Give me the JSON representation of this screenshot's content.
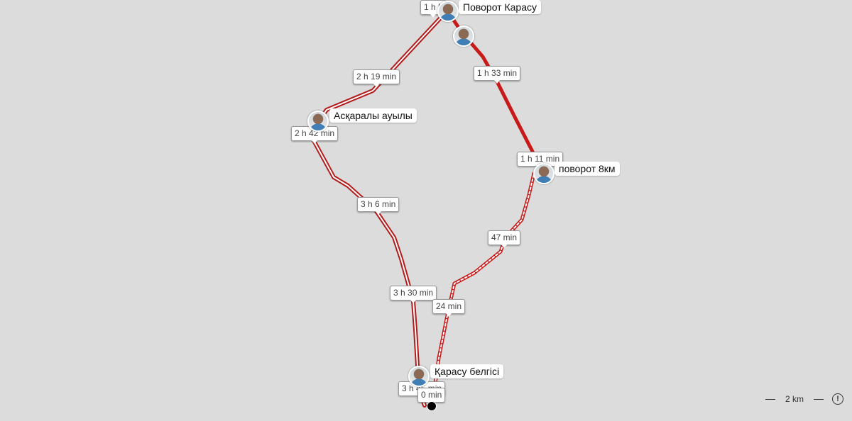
{
  "map": {
    "route_color": "#c91a1a",
    "time_labels": [
      "1 h 5",
      "2 h 19 min",
      "1 h 33 min",
      "2 h 42 min",
      "1 h 11 min",
      "3 h 6 min",
      "47 min",
      "3 h 30 min",
      "24 min",
      "3 h 45 min",
      "0 min"
    ],
    "places": [
      "Поворот Карасу",
      "Асқаралы ауылы",
      "поворот 8км",
      "Қарасу белгісі"
    ],
    "scale": {
      "label": "2 km",
      "info_icon": "info-icon"
    }
  }
}
